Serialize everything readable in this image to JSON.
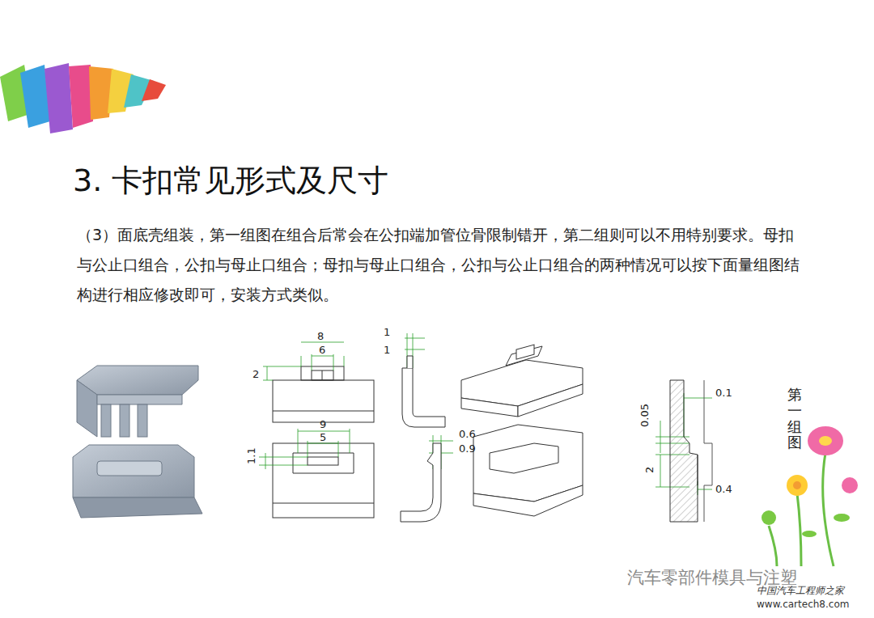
{
  "diagram": {
    "title": "3. 卡扣常见形式及尺寸",
    "labels": [
      "（3）面底壳组装，第一组图在组合后常会在公扣端加管位骨限制错开，第二组则可以不用特别要求。母扣与公止口组合，公扣与母止口组合；母扣与母止口组合，公扣与公止口组合的两种情况可以按下面量组图结构进行相应修改即可，安装方式类似。",
      "8",
      "6",
      "2",
      "1",
      "1",
      "9",
      "5",
      "1.1",
      "0.6",
      "0.9",
      "0.1",
      "0.05",
      "2",
      "0.4",
      "第一组图",
      "汽车零部件模具与注塑",
      "中国汽车工程师之家",
      "www.cartech8.com"
    ]
  }
}
